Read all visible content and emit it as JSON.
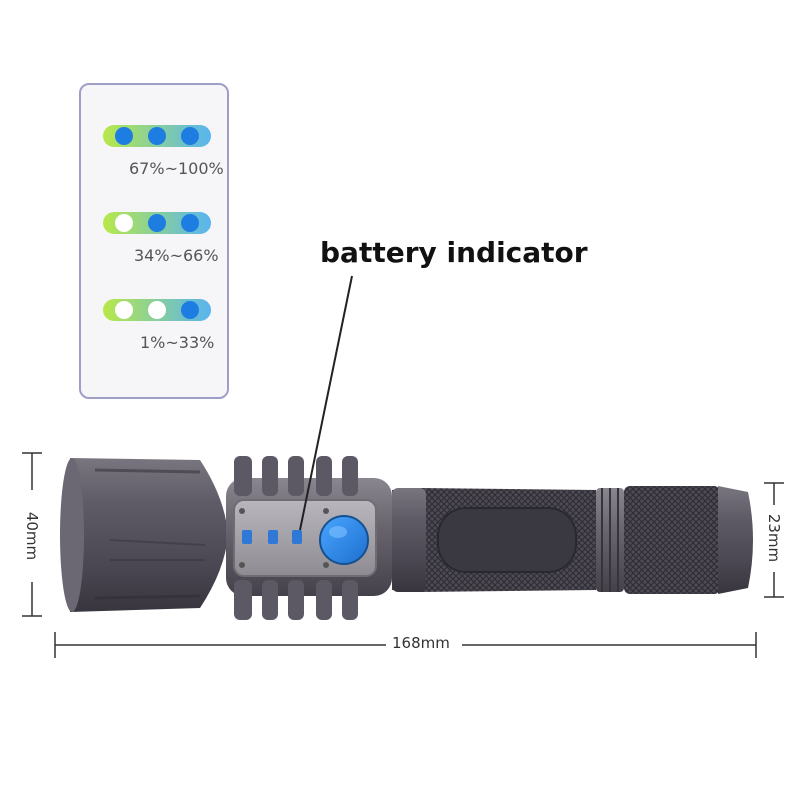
{
  "callout": {
    "text": "battery indicator"
  },
  "legend": {
    "levels": [
      {
        "label": "67%~100%",
        "lit": 3
      },
      {
        "label": "34%~66%",
        "lit": 2
      },
      {
        "label": "1%~33%",
        "lit": 1
      }
    ],
    "colors": {
      "lit": "#1e7de0",
      "off": "#ffffff",
      "bar_left": "#b8e84a",
      "bar_right": "#58b4f0"
    }
  },
  "dimensions": {
    "head_diameter": "40mm",
    "tail_diameter": "23mm",
    "length": "168mm"
  },
  "colors": {
    "body": "#5a5660",
    "body_dark": "#3e3b44",
    "indicator_led": "#2f78d6",
    "button": "#2f8de8"
  }
}
